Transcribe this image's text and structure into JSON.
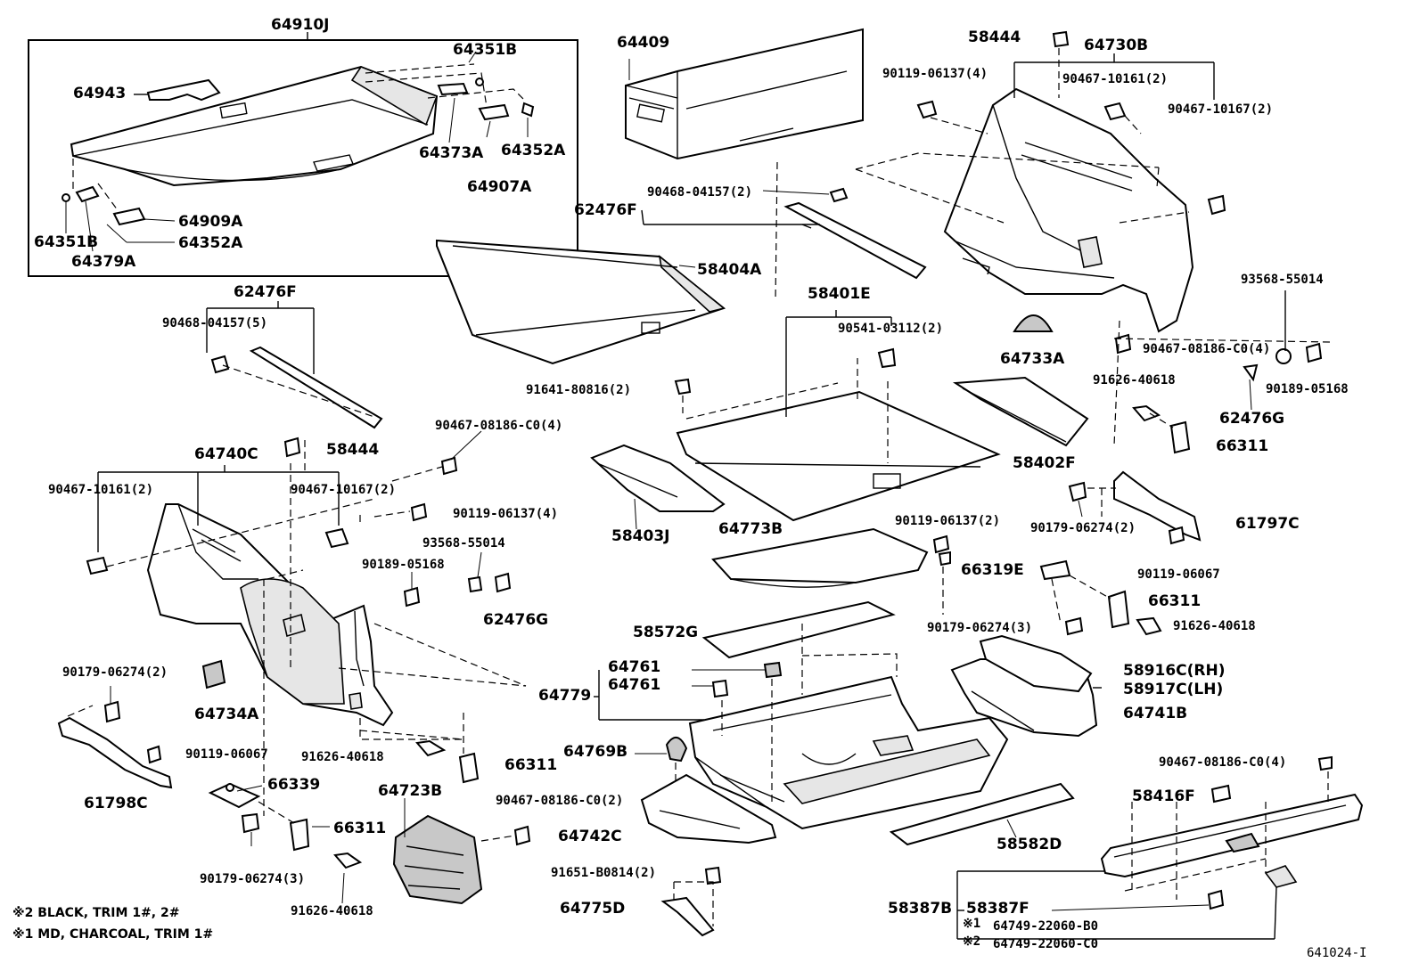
{
  "labels": {
    "l64910J": "64910J",
    "l64943": "64943",
    "l64351B_top": "64351B",
    "l64373A": "64373A",
    "l64352A_top": "64352A",
    "l64907A": "64907A",
    "l64909A": "64909A",
    "l64351B_bot": "64351B",
    "l64352A_bot": "64352A",
    "l64379A": "64379A",
    "l64409": "64409",
    "l62476F_mid": "62476F",
    "l90468_2": "90468-04157(2)",
    "l58404A": "58404A",
    "l58444_top": "58444",
    "l64730B": "64730B",
    "l90119_4_top": "90119-06137(4)",
    "l90467_10161_2_r": "90467-10161(2)",
    "l90467_10167_2_r": "90467-10167(2)",
    "l93568_r": "93568-55014",
    "l90467_08186_4_r": "90467-08186-C0(4)",
    "l90189_r": "90189-05168",
    "l62476G_r": "62476G",
    "l64733A": "64733A",
    "l91626_r": "91626-40618",
    "l66311_r1": "66311",
    "l58402F": "58402F",
    "l61797C": "61797C",
    "l90179_2_r": "90179-06274(2)",
    "l90119_06067_r": "90119-06067",
    "l62476F_left": "62476F",
    "l90468_5": "90468-04157(5)",
    "l58401E": "58401E",
    "l90541": "90541-03112(2)",
    "l91641": "91641-80816(2)",
    "l90467_08186_4_mid": "90467-08186-C0(4)",
    "l58444_left": "58444",
    "l64740C": "64740C",
    "l90467_10161_2_l": "90467-10161(2)",
    "l90467_10167_2_l": "90467-10167(2)",
    "l90119_4_mid": "90119-06137(4)",
    "l93568_l": "93568-55014",
    "l90189_l": "90189-05168",
    "l62476G_l": "62476G",
    "l58403J": "58403J",
    "l64773B": "64773B",
    "l90119_2": "90119-06137(2)",
    "l66319E": "66319E",
    "l66311_r2": "66311",
    "l91626_r2": "91626-40618",
    "l90179_3_r": "90179-06274(3)",
    "l58572G": "58572G",
    "l64761_a": "64761",
    "l64761_b": "64761",
    "l64779": "64779",
    "l58916C": "58916C(RH)",
    "l58917C": "58917C(LH)",
    "l64741B": "64741B",
    "l90179_2_l": "90179-06274(2)",
    "l64734A": "64734A",
    "l90119_06067_l": "90119-06067",
    "l61798C": "61798C",
    "l91626_mid": "91626-40618",
    "l66311_mid": "66311",
    "l64769B": "64769B",
    "l66339": "66339",
    "l64723B": "64723B",
    "l90467_08186_2": "90467-08186-C0(2)",
    "l64742C": "64742C",
    "l66311_l": "66311",
    "l90179_3_l": "90179-06274(3)",
    "l91651": "91651-B0814(2)",
    "l91626_l": "91626-40618",
    "l64775D": "64775D",
    "l90467_08186_4_br": "90467-08186-C0(4)",
    "l58416F": "58416F",
    "l58582D": "58582D",
    "l58387B": "58387B",
    "l58387F": "58387F",
    "l64749_B0": "64749-22060-B0",
    "l64749_C0": "64749-22060-C0",
    "mark1": "※1",
    "mark2": "※2"
  },
  "notes": {
    "note2": "※2 BLACK, TRIM 1#, 2#",
    "note1": "※1 MD, CHARCOAL, TRIM 1#"
  },
  "figure_number": "641024-I"
}
